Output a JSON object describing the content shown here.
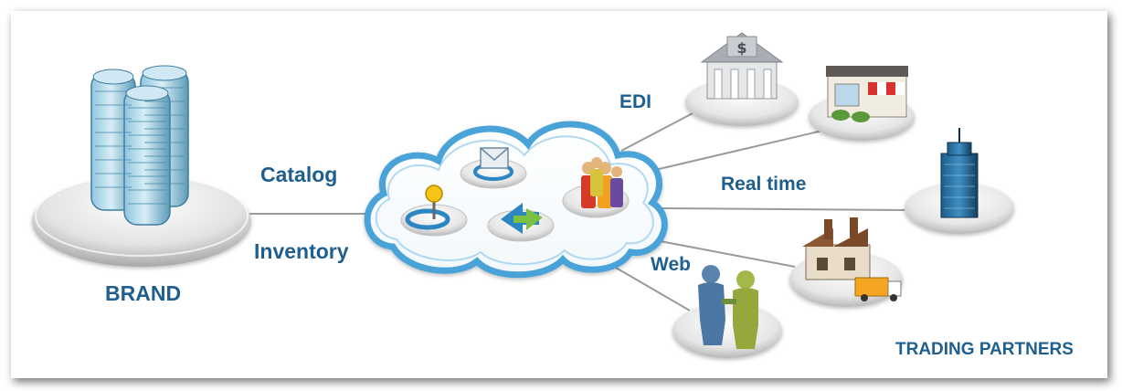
{
  "labels": {
    "catalog": "Catalog",
    "inventory": "Inventory",
    "brand": "BRAND",
    "edi": "EDI",
    "real_time": "Real time",
    "web": "Web",
    "trading_partners": "TRADING PARTNERS"
  },
  "icons": {
    "brand": "office-towers-icon",
    "hub": "cloud-icon",
    "cloud_items": [
      "location-pin-icon",
      "mail-icon",
      "arrows-icon",
      "people-group-icon"
    ],
    "partners": [
      "bank-icon",
      "store-icon",
      "skyscraper-icon",
      "factory-truck-icon",
      "handshake-icon"
    ]
  },
  "colors": {
    "label_blue": "#1f5f8f",
    "cloud_outline": "#4aa3d8",
    "connector": "#9a9a9a"
  }
}
